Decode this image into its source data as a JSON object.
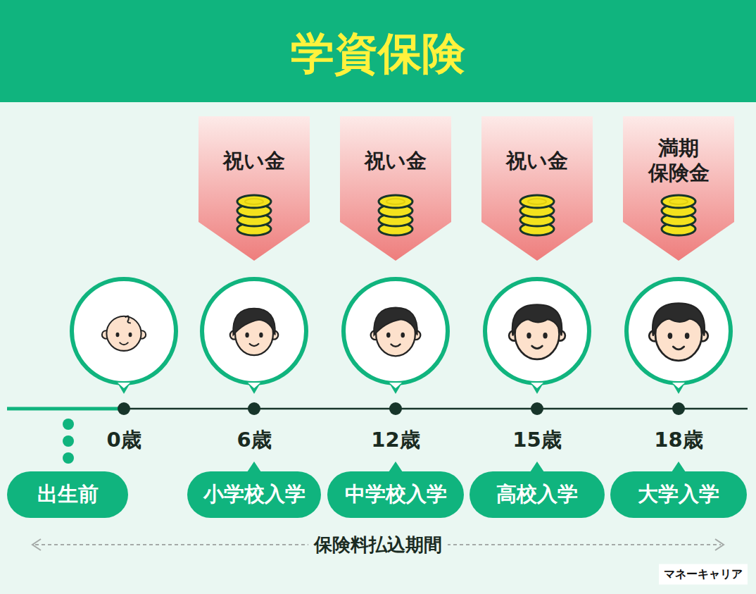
{
  "diagram": {
    "title": "学資保険",
    "nodes": [
      {
        "text": [
          "祝い金"
        ]
      },
      {
        "text": [
          "祝い金"
        ]
      },
      {
        "text": [
          "祝い金"
        ]
      },
      {
        "text": [
          "満期 保険金"
        ]
      },
      {
        "text": [
          "出生前"
        ]
      },
      {
        "text": [
          "小学校入学"
        ]
      },
      {
        "text": [
          "中学校入学"
        ]
      },
      {
        "text": [
          "高校入学"
        ]
      },
      {
        "text": [
          "大学入学"
        ]
      }
    ],
    "labels": [
      "0歳",
      "6歳",
      "12歳",
      "15歳",
      "18歳",
      "保険料払込期間",
      "マネーキャリア"
    ]
  }
}
